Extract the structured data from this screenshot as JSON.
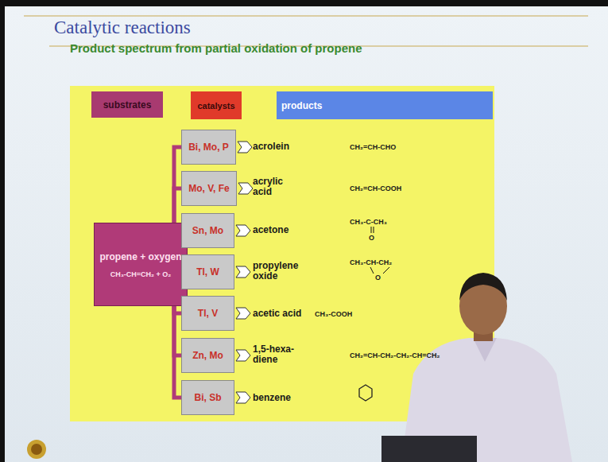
{
  "diagram": {
    "title": "Catalytic reactions",
    "nodes": [
      {
        "text": [
          "substrates"
        ]
      },
      {
        "text": [
          "catalysts"
        ]
      },
      {
        "text": [
          "products"
        ]
      },
      {
        "text": [
          "propene + oxygen",
          "CH₃-CH=CH₂ + O₂"
        ]
      },
      {
        "text": [
          "Bi, Mo, P"
        ]
      },
      {
        "text": [
          "Mo, V, Fe"
        ]
      },
      {
        "text": [
          "Sn, Mo"
        ]
      },
      {
        "text": [
          "Tl, W"
        ]
      },
      {
        "text": [
          "Tl, V"
        ]
      },
      {
        "text": [
          "Zn, Mo"
        ]
      },
      {
        "text": [
          "Bi, Sb"
        ]
      }
    ],
    "edges": [
      {
        "from": 3,
        "to": 4,
        "arrow": "none"
      },
      {
        "from": 3,
        "to": 5,
        "arrow": "none"
      },
      {
        "from": 3,
        "to": 6,
        "arrow": "none"
      },
      {
        "from": 3,
        "to": 7,
        "arrow": "none"
      },
      {
        "from": 3,
        "to": 8,
        "arrow": "none"
      },
      {
        "from": 3,
        "to": 9,
        "arrow": "none"
      },
      {
        "from": 3,
        "to": 10,
        "arrow": "none"
      }
    ],
    "labels": [
      "Product spectrum from partial oxidation of propene",
      "acrolein",
      "CH₂=CH-CHO",
      "acrylic acid",
      "CH₂=CH-COOH",
      "acetone",
      "CH₃-C-CH₃",
      "O",
      "propylene oxide",
      "CH₃-CH-CH₂",
      "O",
      "acetic acid",
      "CH₃-COOH",
      "1,5-hexa- diene",
      "CH₂=CH-CH₂-CH₂-CH=CH₂",
      "benzene"
    ]
  }
}
